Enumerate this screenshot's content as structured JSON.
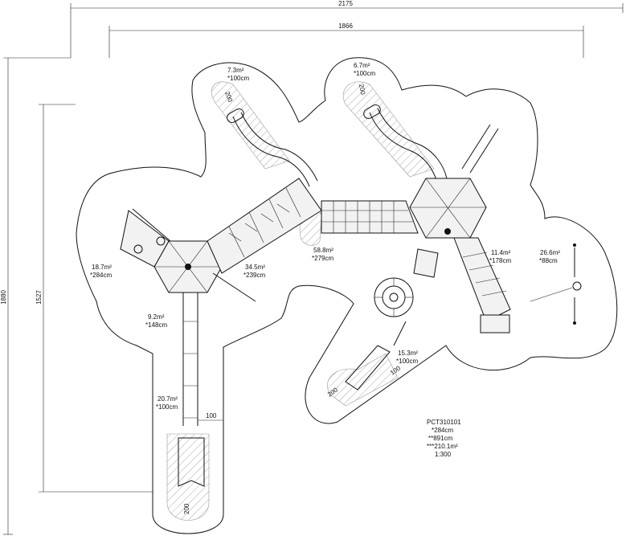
{
  "dimensions": {
    "overall_width": "2175",
    "inner_width": "1866",
    "overall_height": "1880",
    "inner_height": "1527"
  },
  "areas": [
    {
      "id": "slide-left-top",
      "area": "7.3m²",
      "height": "*100cm"
    },
    {
      "id": "slide-right-top",
      "area": "6.7m²",
      "height": "*100cm"
    },
    {
      "id": "left-deck",
      "area": "18.7m²",
      "height": "*284cm"
    },
    {
      "id": "bridge-left",
      "area": "34.5m²",
      "height": "*239cm"
    },
    {
      "id": "net-bridge",
      "area": "58.8m²",
      "height": "*279cm"
    },
    {
      "id": "right-ramp",
      "area": "11.4m²",
      "height": "*178cm"
    },
    {
      "id": "swing",
      "area": "26.6m²",
      "height": "*88cm"
    },
    {
      "id": "left-small",
      "area": "9.2m²",
      "height": "*148cm"
    },
    {
      "id": "spiral-slide",
      "area": "15.3m²",
      "height": "*100cm"
    },
    {
      "id": "long-slide",
      "area": "20.7m²",
      "height": "*100cm"
    }
  ],
  "zone_labels": {
    "a": "200",
    "b": "200",
    "c": "100",
    "d": "200",
    "e": "100",
    "f": "200"
  },
  "info": {
    "code": "PCT310101",
    "line1": "*284cm",
    "line2": "**891cm",
    "line3": "***210.1m²",
    "scale": "1:300"
  }
}
